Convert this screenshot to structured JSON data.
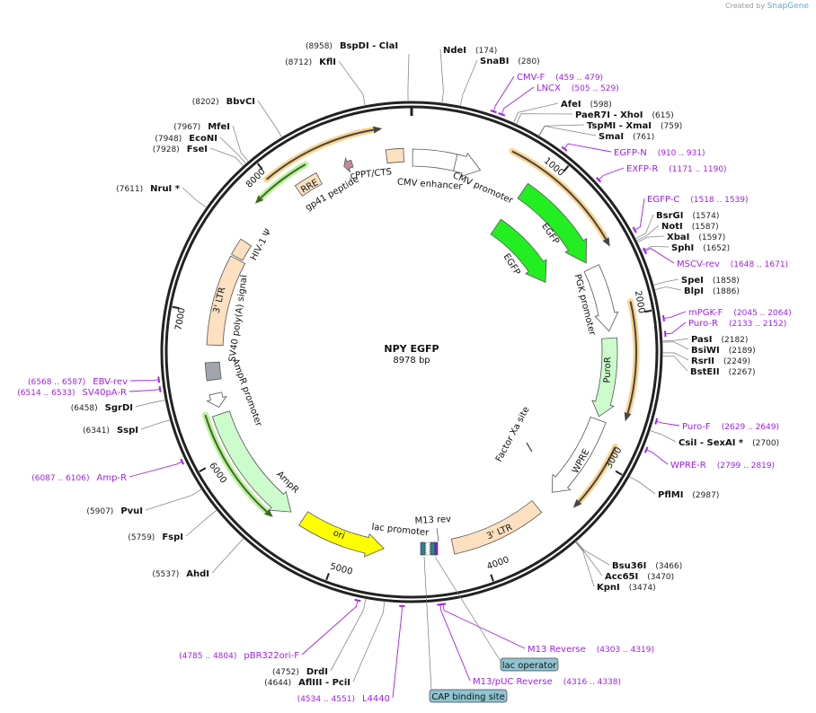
{
  "credit": {
    "prefix": "Created by",
    "brand": "SnapGene"
  },
  "plasmid": {
    "name": "NPY EGFP",
    "length_label": "8978 bp",
    "length": 8978
  },
  "ticks": [
    "1000",
    "2000",
    "3000",
    "4000",
    "5000",
    "6000",
    "7000",
    "8000"
  ],
  "enzymes": [
    {
      "name": "BspDI  - ClaI",
      "position": 8958
    },
    {
      "name": "KflI",
      "position": 8712
    },
    {
      "name": "NdeI",
      "position": 174
    },
    {
      "name": "SnaBI",
      "position": 280
    },
    {
      "name": "AfeI",
      "position": 598
    },
    {
      "name": "PaeR7I  - XhoI",
      "position": 615
    },
    {
      "name": "TspMI  - XmaI",
      "position": 759
    },
    {
      "name": "SmaI",
      "position": 761
    },
    {
      "name": "BsrGI",
      "position": 1574
    },
    {
      "name": "NotI",
      "position": 1587
    },
    {
      "name": "XbaI",
      "position": 1597
    },
    {
      "name": "SphI",
      "position": 1652
    },
    {
      "name": "SpeI",
      "position": 1858
    },
    {
      "name": "BlpI",
      "position": 1886
    },
    {
      "name": "PasI",
      "position": 2182
    },
    {
      "name": "BsiWI",
      "position": 2189
    },
    {
      "name": "RsrII",
      "position": 2249
    },
    {
      "name": "BstEII",
      "position": 2267
    },
    {
      "name": "CsiI  - SexAI *",
      "position": 2700
    },
    {
      "name": "PflMI",
      "position": 2987
    },
    {
      "name": "Bsu36I",
      "position": 3466
    },
    {
      "name": "Acc65I",
      "position": 3470
    },
    {
      "name": "KpnI",
      "position": 3474
    },
    {
      "name": "BbvCI",
      "position": 8202
    },
    {
      "name": "MfeI",
      "position": 7967
    },
    {
      "name": "EcoNI",
      "position": 7948
    },
    {
      "name": "FseI",
      "position": 7928
    },
    {
      "name": "NruI *",
      "position": 7611
    },
    {
      "name": "SgrDI",
      "position": 6458
    },
    {
      "name": "SspI",
      "position": 6341
    },
    {
      "name": "PvuI",
      "position": 5907
    },
    {
      "name": "FspI",
      "position": 5759
    },
    {
      "name": "AhdI",
      "position": 5537
    },
    {
      "name": "DrdI",
      "position": 4752
    },
    {
      "name": "AflIII  - PciI",
      "position": 4644
    }
  ],
  "primers": [
    {
      "name": "CMV-F",
      "range": "459 .. 479"
    },
    {
      "name": "LNCX",
      "range": "505 .. 529"
    },
    {
      "name": "EGFP-N",
      "range": "910 .. 931"
    },
    {
      "name": "EXFP-R",
      "range": "1171 .. 1190"
    },
    {
      "name": "EGFP-C",
      "range": "1518 .. 1539"
    },
    {
      "name": "MSCV-rev",
      "range": "1648 .. 1671"
    },
    {
      "name": "mPGK-F",
      "range": "2045 .. 2064"
    },
    {
      "name": "Puro-R",
      "range": "2133 .. 2152"
    },
    {
      "name": "Puro-F",
      "range": "2629 .. 2649"
    },
    {
      "name": "WPRE-R",
      "range": "2799 .. 2819"
    },
    {
      "name": "M13 Reverse",
      "range": "4303 .. 4319"
    },
    {
      "name": "M13/pUC Reverse",
      "range": "4316 .. 4338"
    },
    {
      "name": "EBV-rev",
      "range": "6568 .. 6587"
    },
    {
      "name": "SV40pA-R",
      "range": "6514 .. 6533"
    },
    {
      "name": "Amp-R",
      "range": "6087 .. 6106"
    },
    {
      "name": "pBR322ori-F",
      "range": "4785 .. 4804"
    },
    {
      "name": "L4440",
      "range": "4534 .. 4551"
    }
  ],
  "features": {
    "cppt": "cPPT/CTS",
    "cmv_enhancer": "CMV enhancer",
    "cmv_promoter": "CMV promoter",
    "egfp_outer": "EGFP",
    "egfp_inner": "EGFP",
    "pgk": "PGK promoter",
    "puror": "PuroR",
    "wpre": "WPRE",
    "factor_xa": "Factor Xa site",
    "ltr_bottom": "3' LTR",
    "lac_promoter": "lac promoter",
    "m13_rev": "M13 rev",
    "ori": "ori",
    "ampr": "AmpR",
    "ampr_promoter": "AmpR promoter",
    "sv40": "SV40 poly(A) signal",
    "ltr_left": "3' LTR",
    "hiv": "HIV-1 Ψ",
    "rre": "RRE",
    "gp41": "gp41 peptide"
  },
  "badges": {
    "lac_operator": "lac operator",
    "cap_site": "CAP binding site"
  },
  "colors": {
    "primer": "#a020f0",
    "egfp": "#22ee22",
    "ltr": "#fde0c0",
    "ori": "#ffff00",
    "ampr": "#ccfccc",
    "orf_halo": "#fcd28c",
    "badge": "#8fc4d1"
  }
}
